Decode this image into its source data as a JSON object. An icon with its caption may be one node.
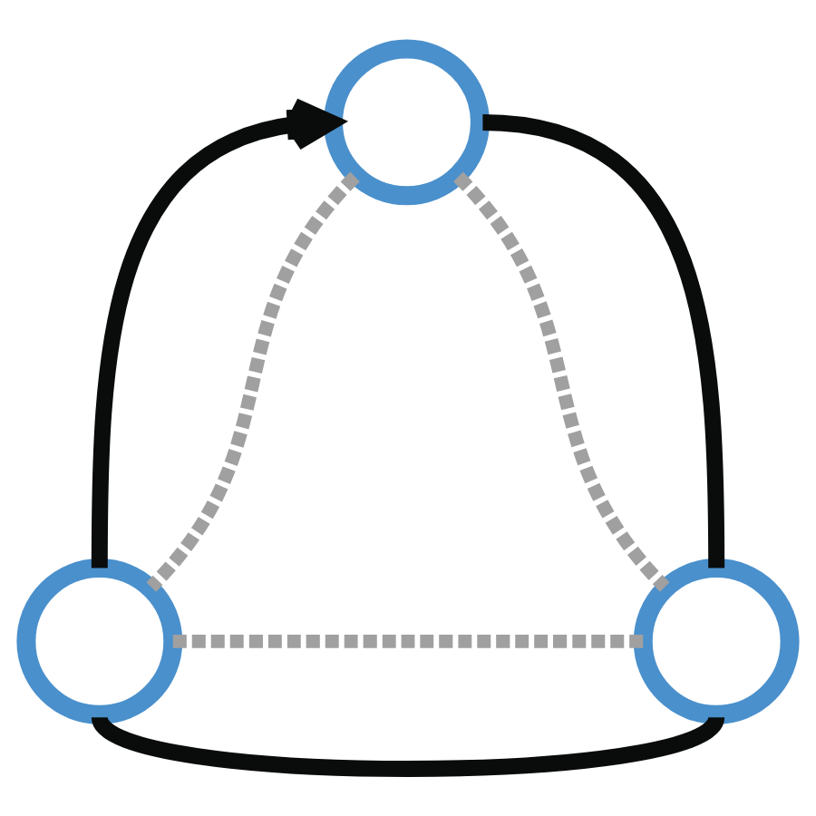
{
  "diagram": {
    "nodes": [
      {
        "text": [],
        "shape": "circle"
      },
      {
        "text": [],
        "shape": "circle"
      },
      {
        "text": [],
        "shape": "circle"
      }
    ],
    "edges": [
      {
        "from": 1,
        "to": 0,
        "arrow": "to"
      },
      {
        "from": 0,
        "to": 2,
        "arrow": "none"
      },
      {
        "from": 2,
        "to": 1,
        "arrow": "none"
      },
      {
        "from": 0,
        "to": 1,
        "arrow": "none",
        "style": "dashed",
        "color": "#a0a0a0"
      },
      {
        "from": 0,
        "to": 2,
        "arrow": "none",
        "style": "dashed",
        "color": "#a0a0a0"
      },
      {
        "from": 1,
        "to": 2,
        "arrow": "none",
        "style": "dashed",
        "color": "#a0a0a0"
      }
    ]
  }
}
